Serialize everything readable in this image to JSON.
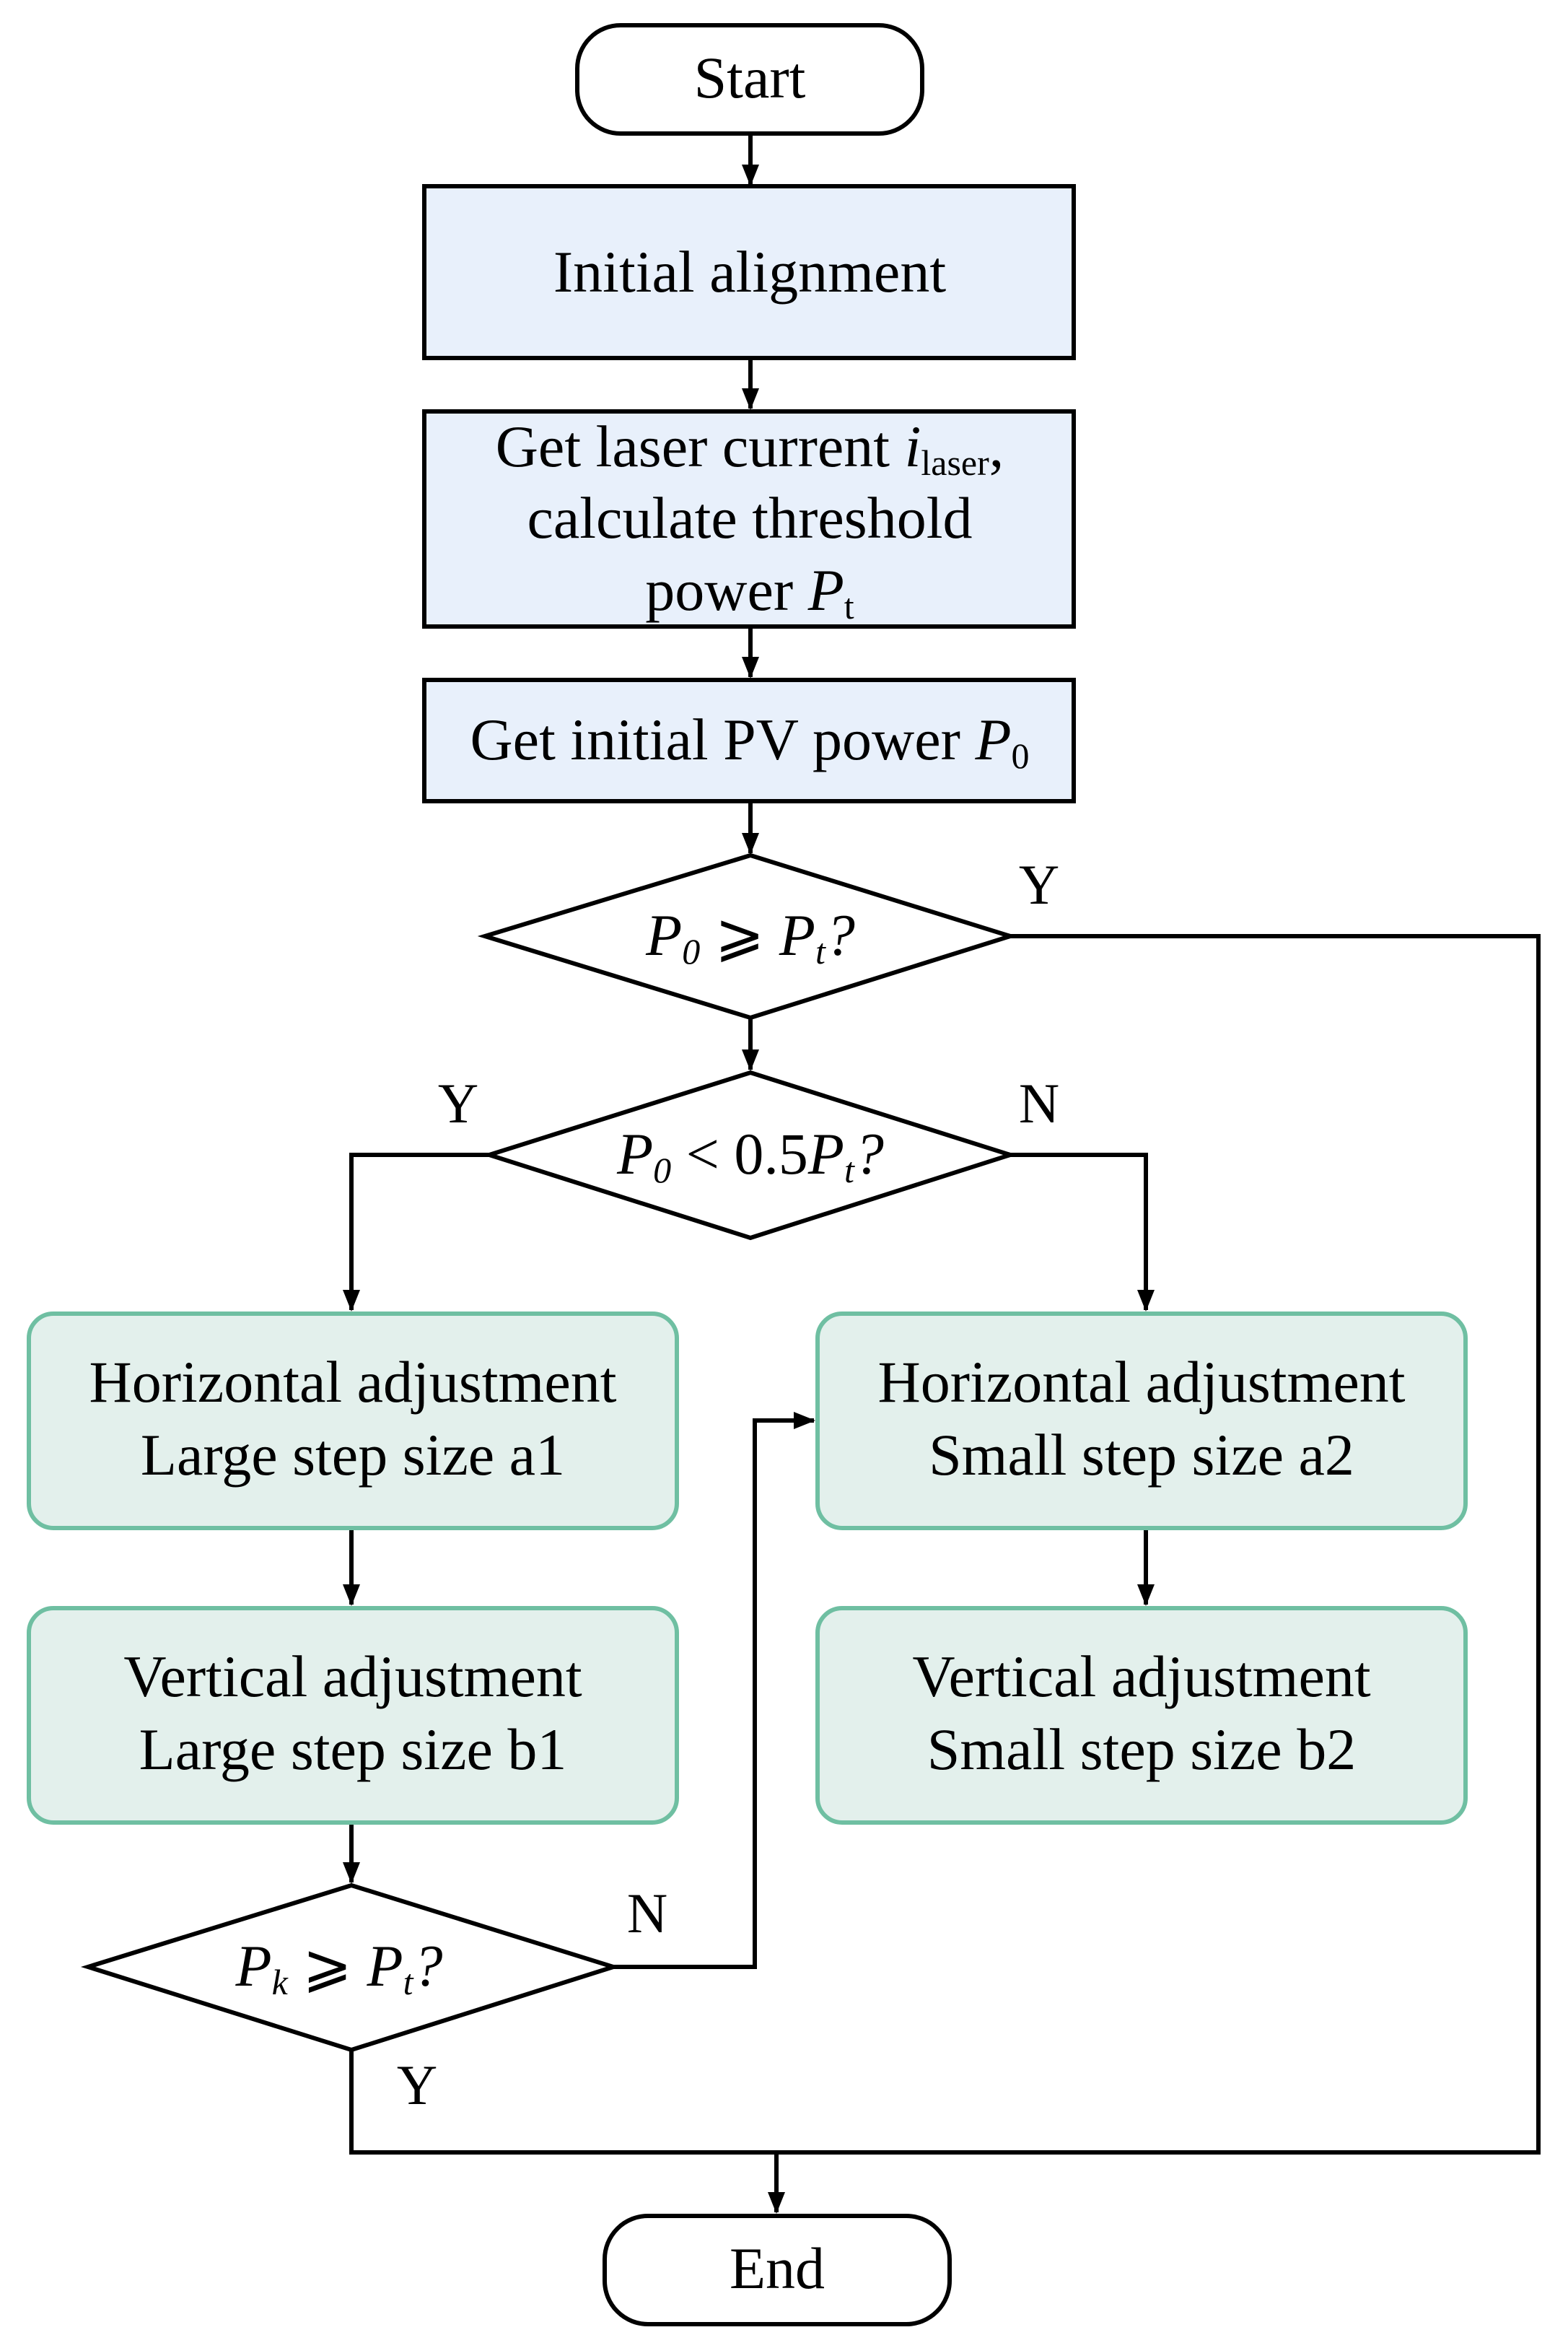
{
  "nodes": {
    "start": {
      "label": "Start"
    },
    "initial_alignment": {
      "label": "Initial alignment"
    },
    "get_laser_current": {
      "line1_prefix": "Get laser current ",
      "line1_var": "i",
      "line1_sub": "laser",
      "line1_suffix": ",",
      "line2": "calculate threshold",
      "line3_prefix": "power ",
      "line3_var": "P",
      "line3_sub": "t"
    },
    "get_initial_pv": {
      "prefix": "Get initial PV power ",
      "var": "P",
      "sub": "0"
    },
    "decision_p0_ge_pt": {
      "lhs_var": "P",
      "lhs_sub": "0",
      "operator": " ⩾ ",
      "rhs_var": "P",
      "rhs_sub": "t",
      "suffix": "?"
    },
    "decision_p0_lt_half_pt": {
      "lhs_var": "P",
      "lhs_sub": "0",
      "operator": " < 0.5",
      "rhs_var": "P",
      "rhs_sub": "t",
      "suffix": "?"
    },
    "horizontal_large": {
      "line1": "Horizontal adjustment",
      "line2": "Large step size a1"
    },
    "vertical_large": {
      "line1": "Vertical adjustment",
      "line2": "Large step size b1"
    },
    "horizontal_small": {
      "line1": "Horizontal adjustment",
      "line2": "Small step size a2"
    },
    "vertical_small": {
      "line1": "Vertical adjustment",
      "line2": "Small step size b2"
    },
    "decision_pk_ge_pt": {
      "lhs_var": "P",
      "lhs_sub": "k",
      "operator": " ⩾ ",
      "rhs_var": "P",
      "rhs_sub": "t",
      "suffix": "?"
    },
    "end": {
      "label": "End"
    }
  },
  "edge_labels": {
    "p0_ge_pt_yes": "Y",
    "p0_lt_half_yes": "Y",
    "p0_lt_half_no": "N",
    "pk_ge_pt_no": "N",
    "pk_ge_pt_yes": "Y"
  },
  "colors": {
    "process_fill": "#e8f0fb",
    "process_stroke": "#000000",
    "adjust_fill": "#e3f0ec",
    "adjust_stroke": "#6fbfa2",
    "terminal_fill": "#ffffff",
    "decision_fill": "#ffffff",
    "line": "#000000"
  }
}
